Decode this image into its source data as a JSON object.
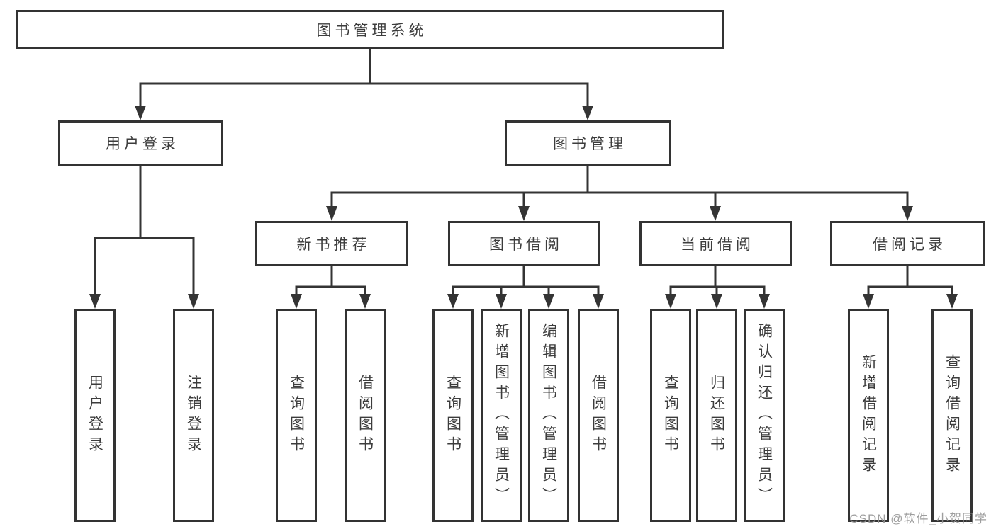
{
  "diagram": {
    "title": "图书管理系统",
    "level2": {
      "user_login": "用户登录",
      "book_mgmt": "图书管理"
    },
    "level3": {
      "new_books": "新书推荐",
      "book_borrow": "图书借阅",
      "current_borrow": "当前借阅",
      "borrow_records": "借阅记录"
    },
    "leaves": {
      "user_login": "用户登录",
      "logout": "注销登录",
      "nb_query_books": "查询图书",
      "nb_borrow_books": "借阅图书",
      "bb_query_books": "查询图书",
      "bb_add_books": "新增图书（管理员）",
      "bb_edit_books": "编辑图书（管理员）",
      "bb_borrow_books": "借阅图书",
      "cb_query_books": "查询图书",
      "cb_return_books": "归还图书",
      "cb_confirm_return": "确认归还（管理员）",
      "br_add_record": "新增借阅记录",
      "br_query_record": "查询借阅记录"
    }
  },
  "watermark": "CSDN @软件_小贺同学",
  "colors": {
    "line": "#343434",
    "box_border": "#333333",
    "text": "#3c3c3c",
    "watermark": "#949494",
    "background": "#ffffff"
  }
}
